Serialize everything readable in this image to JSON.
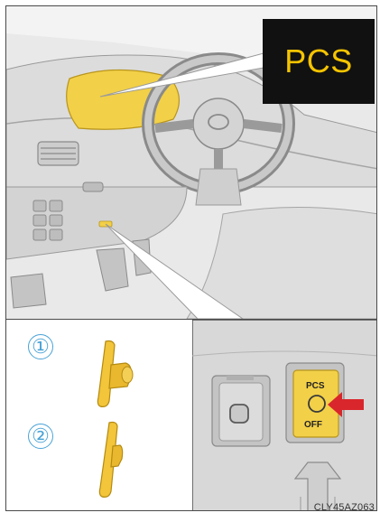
{
  "callout": {
    "label": "PCS"
  },
  "legend": {
    "item1": "①",
    "item2": "②"
  },
  "switch": {
    "top_text": "PCS",
    "bottom_text": "OFF"
  },
  "figure_code": "CLY45AZ063",
  "colors": {
    "accent_yellow": "#f2d048",
    "arrow_red": "#d9262c",
    "num_blue": "#4aa3d6",
    "label_bg": "#111111",
    "label_text": "#f5c400"
  },
  "icons": [
    "indicator-light-icon",
    "switch-button-icon",
    "red-arrow-icon"
  ]
}
